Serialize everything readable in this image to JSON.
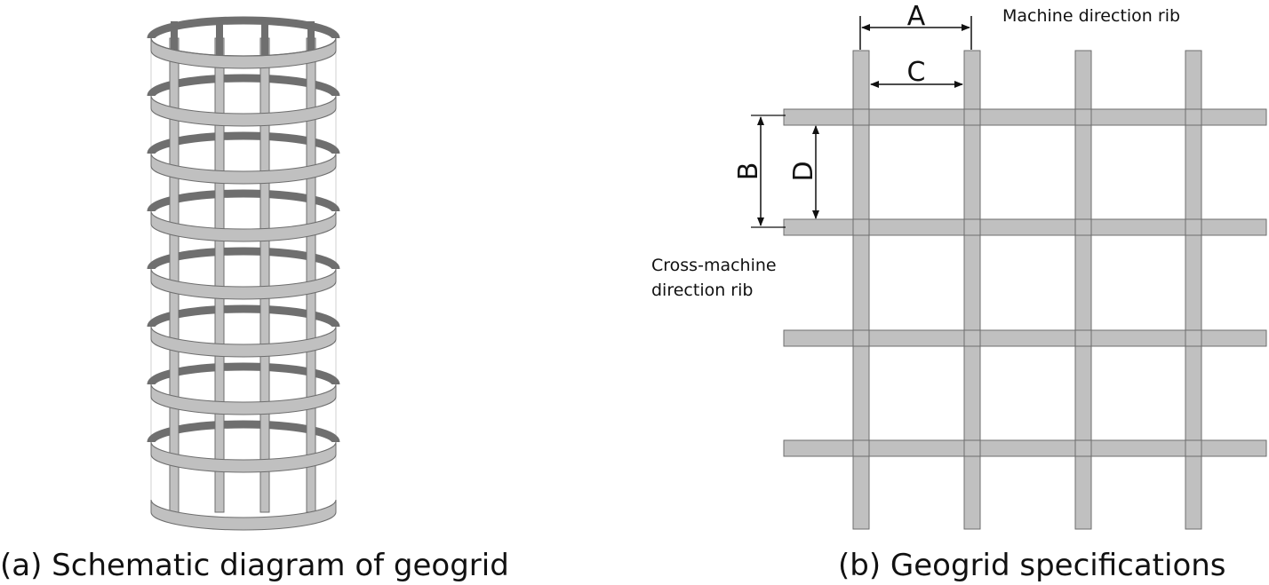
{
  "figure_a": {
    "caption": "(a) Schematic diagram of geogrid"
  },
  "figure_b": {
    "caption": "(b) Geogrid specifications",
    "machine_rib_label": "Machine direction rib",
    "cross_rib_label_line1": "Cross-machine",
    "cross_rib_label_line2": "direction rib",
    "dimensions": {
      "a": "A",
      "b": "B",
      "c": "C",
      "d": "D"
    }
  },
  "colors": {
    "rib_fill": "#c0c0c0",
    "rib_stroke": "#6e6e6e",
    "inner_dark": "#6f6f6f",
    "line": "#111111"
  }
}
